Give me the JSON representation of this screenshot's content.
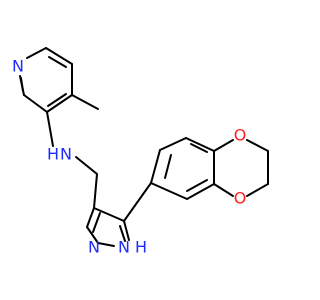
{
  "diagram": {
    "type": "chemical-structure",
    "colors": {
      "bond": "#000000",
      "nitrogen": "#1f2bff",
      "oxygen": "#ff1f1f",
      "background": "#ffffff"
    },
    "atoms": [
      {
        "label": "N",
        "element": "nitrogen"
      },
      {
        "label": "N",
        "element": "nitrogen"
      },
      {
        "label": "H",
        "element": "nitrogen"
      },
      {
        "label": "N",
        "element": "nitrogen"
      },
      {
        "label": "N",
        "element": "nitrogen"
      },
      {
        "label": "H",
        "element": "nitrogen"
      },
      {
        "label": "O",
        "element": "oxygen"
      },
      {
        "label": "O",
        "element": "oxygen"
      }
    ]
  }
}
